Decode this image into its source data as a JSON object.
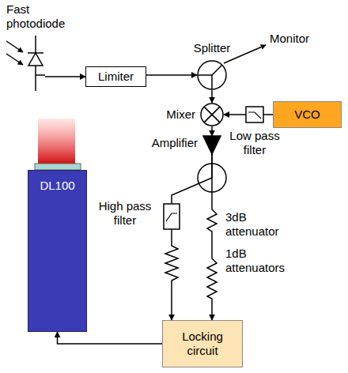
{
  "diagram": {
    "nodes": [
      {
        "text": [
          "Fast photodiode"
        ]
      },
      {
        "text": [
          "Limiter"
        ]
      },
      {
        "text": [
          "Splitter"
        ]
      },
      {
        "text": [
          "Mixer"
        ]
      },
      {
        "text": [
          "Low pass filter"
        ]
      },
      {
        "text": [
          "VCO"
        ]
      },
      {
        "text": [
          "Amplifier"
        ]
      },
      {
        "text": [
          "High pass filter"
        ]
      },
      {
        "text": [
          "3dB attenuator"
        ]
      },
      {
        "text": [
          "1dB attenuators"
        ]
      },
      {
        "text": [
          "Locking circuit"
        ]
      },
      {
        "text": [
          "DL100"
        ]
      }
    ],
    "edges": [
      {
        "from": 0,
        "to": 1,
        "arrow": "to"
      },
      {
        "from": 1,
        "to": 2,
        "arrow": "to"
      },
      {
        "from": 2,
        "to": 3,
        "arrow": "to"
      },
      {
        "from": 5,
        "to": 4,
        "arrow": "none"
      },
      {
        "from": 4,
        "to": 3,
        "arrow": "to"
      },
      {
        "from": 3,
        "to": 6,
        "arrow": "to"
      },
      {
        "from": 6,
        "to": 7,
        "arrow": "none"
      },
      {
        "from": 6,
        "to": 8,
        "arrow": "none"
      },
      {
        "from": 7,
        "to": 10,
        "arrow": "to"
      },
      {
        "from": 8,
        "to": 9,
        "arrow": "none"
      },
      {
        "from": 9,
        "to": 10,
        "arrow": "to"
      },
      {
        "from": 10,
        "to": 11,
        "arrow": "to"
      }
    ],
    "labels": [
      "Monitor"
    ]
  }
}
